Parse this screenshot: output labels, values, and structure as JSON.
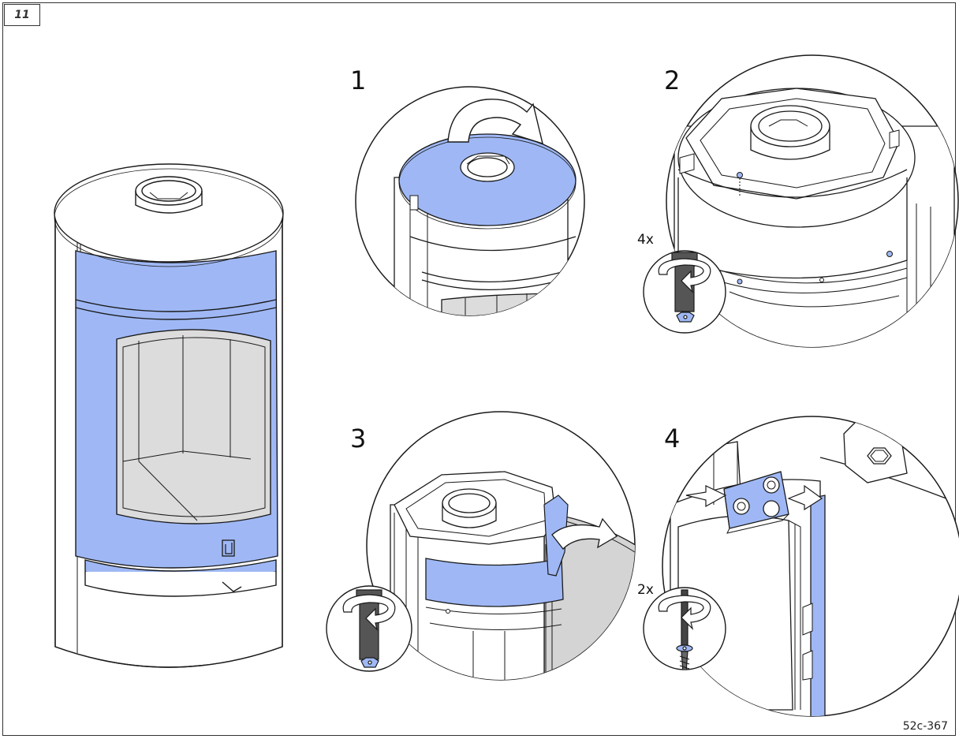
{
  "figure": {
    "number": "11",
    "reference": "52c-367"
  },
  "steps": [
    {
      "number": "1"
    },
    {
      "number": "2",
      "quantity": "4x"
    },
    {
      "number": "3"
    },
    {
      "number": "4",
      "quantity": "2x"
    }
  ],
  "colors": {
    "highlight": "#9fb8f5",
    "line": "#1a1a1a",
    "glass": "#dcdcdc",
    "paper": "#ffffff"
  }
}
